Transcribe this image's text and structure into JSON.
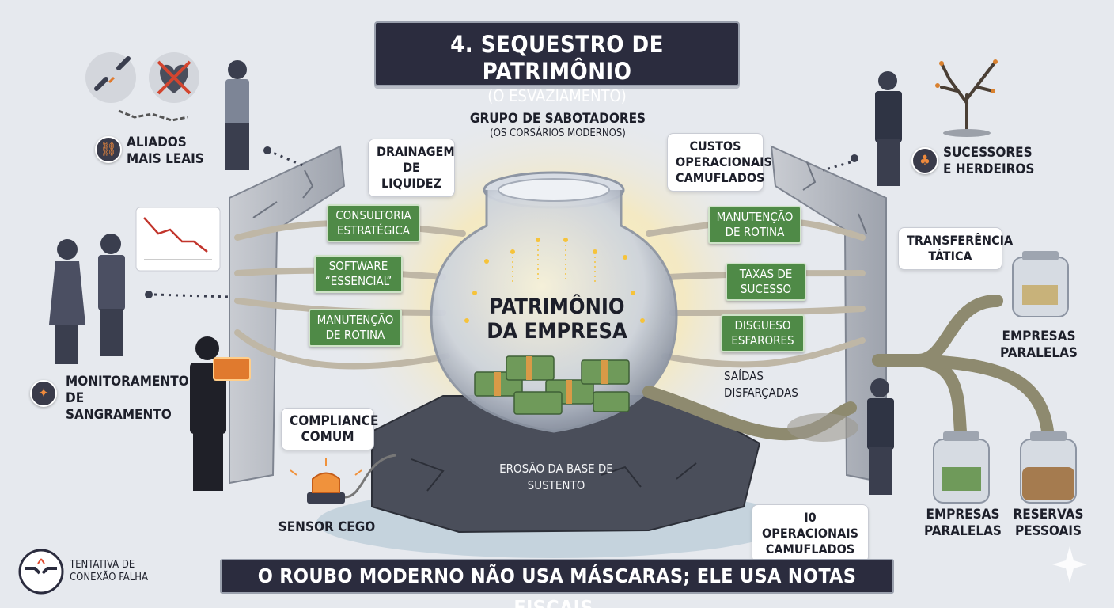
{
  "title": {
    "main": "4. SEQUESTRO DE PATRIMÔNIO",
    "sub": "(O ESVAZIAMENTO)"
  },
  "group": {
    "main": "GRUPO DE SABOTADORES",
    "sub": "(OS CORSÁRIOS MODERNOS)"
  },
  "center": {
    "line1": "PATRIMÔNIO",
    "line2": "DA EMPRESA"
  },
  "bubbles": {
    "drainagem": "DRAINAGEM DE LIQUIDEZ",
    "custos": "CUSTOS OPERACIONAIS CAMUFLADOS",
    "transferencia": "TRANSFERÊNCIA TÁTICA",
    "compliance": "COMPLIANCE COMUM",
    "bottom_right": "I0 OPERACIONAIS CAMUFLADOS"
  },
  "pipes_left": [
    "CONSULTORIA ESTRATÉGICA",
    "SOFTWARE “ESSENCIAL”",
    "MANUTENÇÃO DE ROTINA"
  ],
  "pipes_right": [
    "MANUTENÇÃO DE ROTINA",
    "TAXAS DE SUCESSO",
    "DISGUESO ESFARORES"
  ],
  "labels": {
    "aliados": "ALIADOS MAIS LEAIS",
    "sucessores": "SUCESSORES E HERDEIROS",
    "monitoramento": "MONITORAMENTO DE SANGRAMENTO",
    "saidas": "SAÍDAS DISFARÇADAS",
    "erosao": "EROSÃO DA BASE DE SUSTENTO",
    "sensor": "SENSOR CEGO",
    "empresas_top": "EMPRESAS PARALELAS",
    "empresas_bottom": "EMPRESAS PARALELAS",
    "reservas": "RESERVAS PESSOAIS",
    "tentativa": "TENTATIVA DE CONEXÃO FALHA"
  },
  "tagline": "O ROUBO MODERNO NÃO USA MÁSCARAS; ELE USA NOTAS FISCAIS.",
  "icons": [
    "broken-chain-icon",
    "broken-heart-icon",
    "dead-tree-icon",
    "alarm-light-icon",
    "handshake-icon",
    "falling-chart-icon"
  ],
  "colors": {
    "dark_navy": "#2b2c3e",
    "green": "#4f8a47",
    "accent_orange": "#f08a3c",
    "background": "#e6e9ee"
  }
}
